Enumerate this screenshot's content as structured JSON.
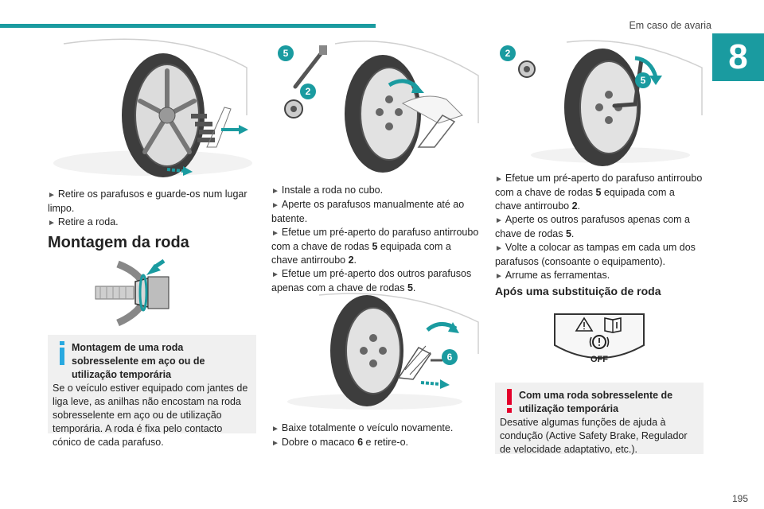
{
  "header": {
    "chapter_title": "Em caso de avaria",
    "chapter_number": "8"
  },
  "col1": {
    "steps": [
      "Retire os parafusos e guarde-os num lugar limpo.",
      "Retire a roda."
    ],
    "section_title": "Montagem da roda",
    "note": {
      "title": "Montagem de uma roda sobresselente em aço ou de utilização temporária",
      "body": "Se o veículo estiver equipado com jantes de liga leve, as anilhas não encostam na roda sobresselente em aço ou de utilização temporária. A roda é fixa pelo contacto cónico de cada parafuso."
    }
  },
  "col2": {
    "fig_labels": [
      "5",
      "2",
      "6"
    ],
    "steps_a": {
      "s1": "Instale a roda no cubo.",
      "s2": "Aperte os parafusos manualmente até ao batente.",
      "s3_a": "Efetue um pré-aperto do parafuso antirroubo com a chave de rodas ",
      "s3_b": "5",
      "s3_c": " equipada com a chave antirroubo ",
      "s3_d": "2",
      "s3_e": ".",
      "s4_a": "Efetue um pré-aperto dos outros parafusos apenas com a chave de rodas ",
      "s4_b": "5",
      "s4_c": "."
    },
    "steps_b": {
      "s1": "Baixe totalmente o veículo novamente.",
      "s2_a": "Dobre o macaco ",
      "s2_b": "6",
      "s2_c": " e retire-o."
    }
  },
  "col3": {
    "fig_labels": [
      "2",
      "5"
    ],
    "steps": {
      "s1_a": "Efetue um pré-aperto do parafuso antirroubo com a chave de rodas ",
      "s1_b": "5",
      "s1_c": " equipada com a chave antirroubo ",
      "s1_d": "2",
      "s1_e": ".",
      "s2_a": "Aperte os outros parafusos apenas com a chave de rodas ",
      "s2_b": "5",
      "s2_c": ".",
      "s3": "Volte a colocar as tampas em cada um dos parafusos (consoante o equipamento).",
      "s4": "Arrume as ferramentas."
    },
    "subsection_title": "Após uma substituição de roda",
    "button_label": "OFF",
    "note": {
      "title": "Com uma roda sobresselente de utilização temporária",
      "body": "Desative algumas funções de ajuda à condução (Active Safety Brake, Regulador de velocidade adaptativo, etc.)."
    }
  },
  "footer": {
    "page_number": "195"
  },
  "colors": {
    "accent": "#1a9ba0",
    "info": "#29a9e0",
    "warning": "#e4002b",
    "note_bg": "#f0f0f0"
  }
}
